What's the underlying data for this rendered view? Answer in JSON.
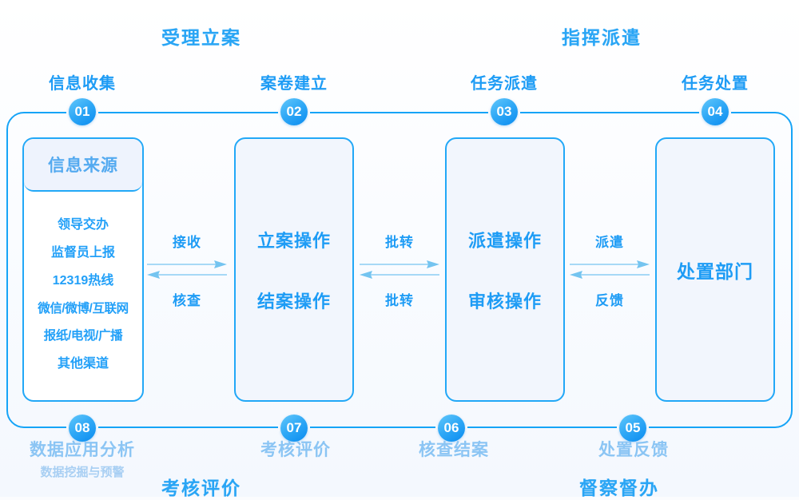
{
  "sections": {
    "top_left_title": "受理立案",
    "top_right_title": "指挥派遣",
    "bottom_left_title": "考核评价",
    "bottom_right_title": "督察督办"
  },
  "stages_top": [
    {
      "number": "01",
      "label": "信息收集"
    },
    {
      "number": "02",
      "label": "案卷建立"
    },
    {
      "number": "03",
      "label": "任务派遣"
    },
    {
      "number": "04",
      "label": "任务处置"
    }
  ],
  "stages_bottom": [
    {
      "number": "08",
      "label": "数据应用分析",
      "sublabel": "数据挖掘与预警"
    },
    {
      "number": "07",
      "label": "考核评价",
      "sublabel": ""
    },
    {
      "number": "06",
      "label": "核查结案",
      "sublabel": ""
    },
    {
      "number": "05",
      "label": "处置反馈",
      "sublabel": ""
    }
  ],
  "panels": {
    "source": {
      "header": "信息来源",
      "items": [
        "领导交办",
        "监督员上报",
        "12319热线",
        "微信/微博/互联网",
        "报纸/电视/广播",
        "其他渠道"
      ]
    },
    "panel_2": {
      "lines": [
        "立案操作",
        "结案操作"
      ]
    },
    "panel_3": {
      "lines": [
        "派遣操作",
        "审核操作"
      ]
    },
    "panel_4": {
      "lines": [
        "处置部门"
      ]
    }
  },
  "connectors": [
    {
      "forward": "接收",
      "backward": "核查"
    },
    {
      "forward": "批转",
      "backward": "批转"
    },
    {
      "forward": "派遣",
      "backward": "反馈"
    }
  ],
  "colors": {
    "brand": "#1e9cf5",
    "brand_strong": "#29a5f5",
    "panel_fill": "#f2f6fd",
    "panel_border": "#22a8f7",
    "muted": "#8bc5f4",
    "arrow": "#8ccdf3",
    "background": "#fbfcfe"
  }
}
